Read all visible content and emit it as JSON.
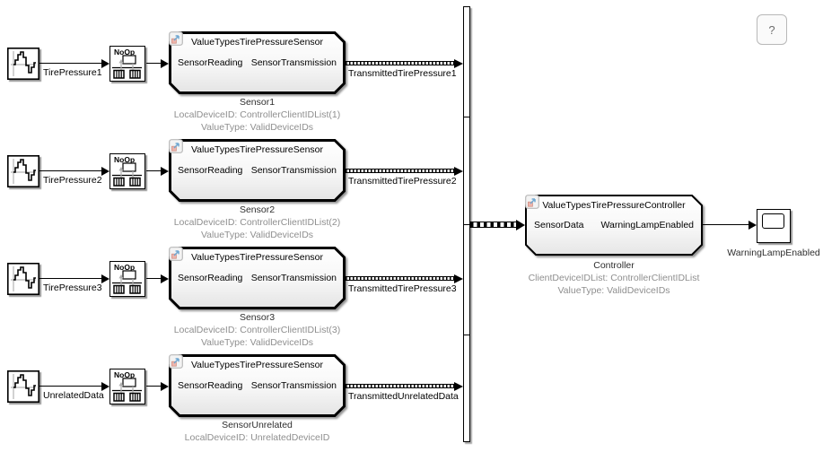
{
  "help": {
    "label": "?"
  },
  "rows": [
    {
      "source_label": "TirePressure1",
      "noop_label": "NoOp",
      "sensor": {
        "title": "ValueTypesTirePressureSensor",
        "in_port": "SensorReading",
        "out_port": "SensorTransmission",
        "name": "Sensor1",
        "annotation1": "LocalDeviceID: ControllerClientIDList(1)",
        "annotation2": "ValueType: ValidDeviceIDs"
      },
      "signal_label": "TransmittedTirePressure1"
    },
    {
      "source_label": "TirePressure2",
      "noop_label": "NoOp",
      "sensor": {
        "title": "ValueTypesTirePressureSensor",
        "in_port": "SensorReading",
        "out_port": "SensorTransmission",
        "name": "Sensor2",
        "annotation1": "LocalDeviceID: ControllerClientIDList(2)",
        "annotation2": "ValueType: ValidDeviceIDs"
      },
      "signal_label": "TransmittedTirePressure2"
    },
    {
      "source_label": "TirePressure3",
      "noop_label": "NoOp",
      "sensor": {
        "title": "ValueTypesTirePressureSensor",
        "in_port": "SensorReading",
        "out_port": "SensorTransmission",
        "name": "Sensor3",
        "annotation1": "LocalDeviceID: ControllerClientIDList(3)",
        "annotation2": "ValueType: ValidDeviceIDs"
      },
      "signal_label": "TransmittedTirePressure3"
    },
    {
      "source_label": "UnrelatedData",
      "noop_label": "NoOp",
      "sensor": {
        "title": "ValueTypesTirePressureSensor",
        "in_port": "SensorReading",
        "out_port": "SensorTransmission",
        "name": "SensorUnrelated",
        "annotation1": "LocalDeviceID: UnrelatedDeviceID",
        "annotation2": ""
      },
      "signal_label": "TransmittedUnrelatedData"
    }
  ],
  "controller": {
    "title": "ValueTypesTirePressureController",
    "in_port": "SensorData",
    "out_port": "WarningLampEnabled",
    "name": "Controller",
    "annotation1": "ClientDeviceIDList: ControllerClientIDList",
    "annotation2": "ValueType: ValidDeviceIDs"
  },
  "scope": {
    "label": "WarningLampEnabled"
  },
  "icons": {
    "source": "waveform-icon",
    "noop": "noop-passthrough-icon",
    "model_badge": "model-reference-badge-icon",
    "scope": "scope-screen-icon",
    "help": "question-mark-icon"
  },
  "colors": {
    "line": "#000000",
    "annotation_gray": "#8f8f8f",
    "block_border": "#000000",
    "block_gradient_top": "#ffffff",
    "block_gradient_bottom": "#e4e4e4",
    "badge_arrow_blue": "#6fa8d2",
    "badge_square_pink": "#efb5ac",
    "noop_arrow_gray": "#b0b0b0"
  }
}
